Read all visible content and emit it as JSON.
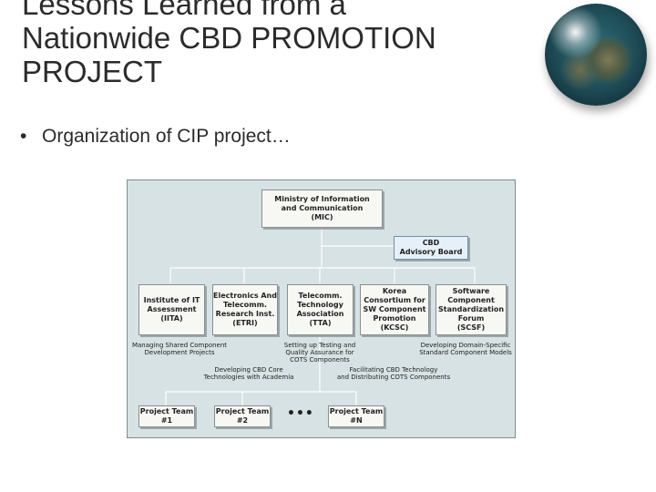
{
  "slide": {
    "title_lines": [
      "Lessons Learned from a",
      "Nationwide CBD PROMOTION",
      "PROJECT"
    ],
    "bullet": "Organization of CIP project…"
  },
  "diagram": {
    "mic": "Ministry of Information\nand Communication\n(MIC)",
    "advisory": "CBD\nAdvisory Board",
    "orgs": [
      "Institute of IT\nAssessment\n(IITA)",
      "Electronics And\nTelecomm.\nResearch Inst.\n(ETRI)",
      "Telecomm.\nTechnology\nAssociation\n(TTA)",
      "Korea\nConsortium for\nSW Component\nPromotion\n(KCSC)",
      "Software\nComponent\nStandardization\nForum\n(SCSF)"
    ],
    "captions": [
      "Managing Shared Component\nDevelopment Projects",
      "Setting up Testing and\nQuality Assurance for\nCOTS Components",
      "Developing Domain-Specific\nStandard Component Models",
      "Developing CBD Core\nTechnologies with Academia",
      "Facilitating CBD Technology\nand Distributing COTS Components"
    ],
    "teams": [
      "Project Team\n#1",
      "Project Team\n#2",
      "Project Team\n#N"
    ],
    "ellipsis": "•••"
  }
}
